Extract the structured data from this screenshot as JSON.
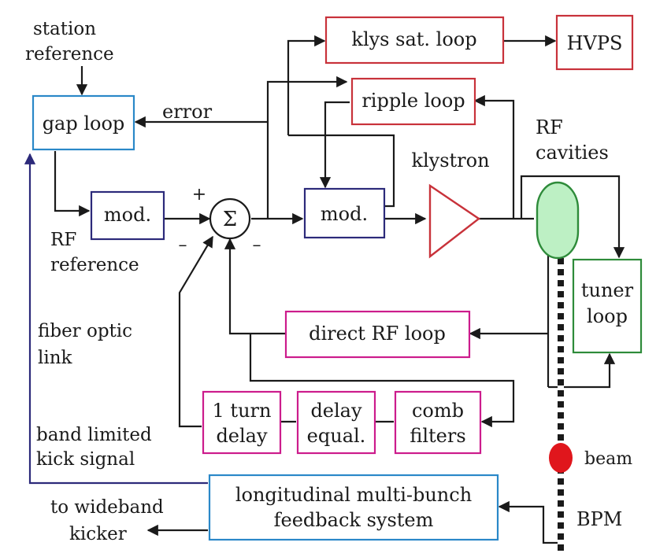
{
  "colors": {
    "red": "#c8323a",
    "blue": "#2a88c8",
    "navy": "#2c2a7a",
    "magenta": "#cc1c8c",
    "green": "#2e8b3a",
    "cavity_fill": "#bdf0c4",
    "cavity_stroke": "#2e8b3a",
    "beam": "#e0161c",
    "line": "#1a1a1a"
  },
  "labels": {
    "station_reference": [
      "station",
      "reference"
    ],
    "gap_loop": "gap loop",
    "error": "error",
    "mod_left": "mod.",
    "mod_right": "mod.",
    "rf_reference": [
      "RF",
      "reference"
    ],
    "sum_symbol": "Σ",
    "sign_plus": "+",
    "sign_minus_left": "–",
    "sign_minus_right": "–",
    "klys_sat_loop": "klys sat. loop",
    "hvps": "HVPS",
    "ripple_loop": "ripple loop",
    "klystron": "klystron",
    "rf_cavities": [
      "RF",
      "cavities"
    ],
    "tuner_loop": [
      "tuner",
      "loop"
    ],
    "direct_rf_loop": "direct RF loop",
    "fiber_optic_link": [
      "fiber optic",
      "link"
    ],
    "one_turn_delay": [
      "1 turn",
      "delay"
    ],
    "delay_equal": [
      "delay",
      "equal."
    ],
    "comb_filters": [
      "comb",
      "filters"
    ],
    "band_limited_kick": [
      "band limited",
      "kick signal"
    ],
    "beam": "beam",
    "longitudinal_feedback": [
      "longitudinal multi-bunch",
      "feedback system"
    ],
    "to_wideband_kicker": [
      "to wideband",
      "kicker"
    ],
    "bpm": "BPM"
  }
}
